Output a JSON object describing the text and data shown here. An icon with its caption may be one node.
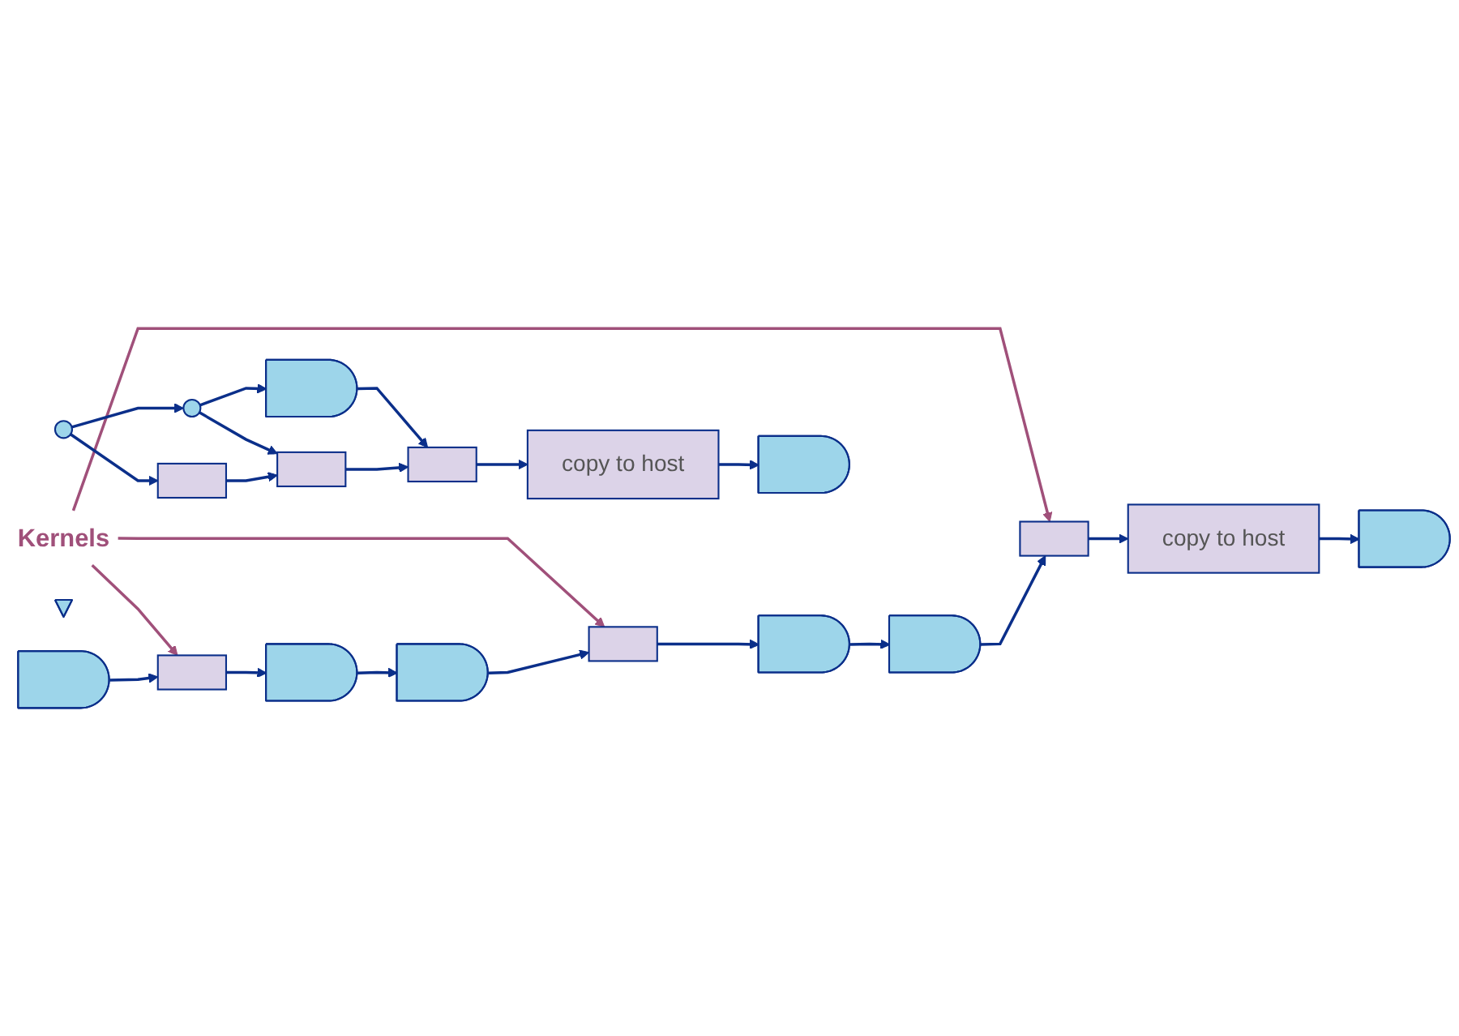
{
  "diagram": {
    "nodes": [
      {
        "text": [
          "Kernels"
        ]
      },
      {
        "text": [],
        "shape": "half-circle"
      },
      {
        "text": [],
        "shape": "box"
      },
      {
        "text": [],
        "shape": "half-circle"
      },
      {
        "text": [],
        "shape": "half-circle"
      },
      {
        "text": [],
        "shape": "box"
      },
      {
        "text": [],
        "shape": "half-circle"
      },
      {
        "text": [],
        "shape": "half-circle"
      },
      {
        "text": [],
        "shape": "box"
      },
      {
        "text": [
          "copy to host"
        ]
      },
      {
        "text": [],
        "shape": "half-circle"
      },
      {
        "text": [],
        "shape": "arrow"
      },
      {
        "text": [],
        "shape": "box"
      },
      {
        "text": [],
        "shape": "box"
      },
      {
        "text": [],
        "shape": "box"
      },
      {
        "text": [
          "copy to host"
        ]
      },
      {
        "text": [],
        "shape": "circle"
      },
      {
        "text": [],
        "shape": "circle"
      },
      {
        "text": [],
        "shape": "half-circle"
      },
      {
        "text": [],
        "shape": "half-circle"
      }
    ],
    "edges": [
      {
        "from": 0,
        "to": 2,
        "arrow": "to",
        "color": "#a0507a"
      },
      {
        "from": 0,
        "to": 5,
        "arrow": "to",
        "color": "#a0507a"
      },
      {
        "from": 0,
        "to": 8,
        "arrow": "to",
        "color": "#a0507a"
      },
      {
        "from": 1,
        "to": 2,
        "arrow": "to"
      },
      {
        "from": 2,
        "to": 3,
        "arrow": "to"
      },
      {
        "from": 3,
        "to": 4,
        "arrow": "to"
      },
      {
        "from": 4,
        "to": 5,
        "arrow": "to"
      },
      {
        "from": 5,
        "to": 6,
        "arrow": "to"
      },
      {
        "from": 6,
        "to": 7,
        "arrow": "to"
      },
      {
        "from": 7,
        "to": 8,
        "arrow": "to"
      },
      {
        "from": 8,
        "to": 9,
        "arrow": "to"
      },
      {
        "from": 9,
        "to": 10,
        "arrow": "to"
      },
      {
        "from": 16,
        "to": 12,
        "arrow": "to"
      },
      {
        "from": 16,
        "to": 17,
        "arrow": "to"
      },
      {
        "from": 17,
        "to": 13,
        "arrow": "to"
      },
      {
        "from": 17,
        "to": 18,
        "arrow": "to"
      },
      {
        "from": 18,
        "to": 14,
        "arrow": "to"
      },
      {
        "from": 12,
        "to": 13,
        "arrow": "to"
      },
      {
        "from": 13,
        "to": 14,
        "arrow": "to"
      },
      {
        "from": 14,
        "to": 15,
        "arrow": "to"
      },
      {
        "from": 15,
        "to": 19,
        "arrow": "to"
      }
    ]
  }
}
